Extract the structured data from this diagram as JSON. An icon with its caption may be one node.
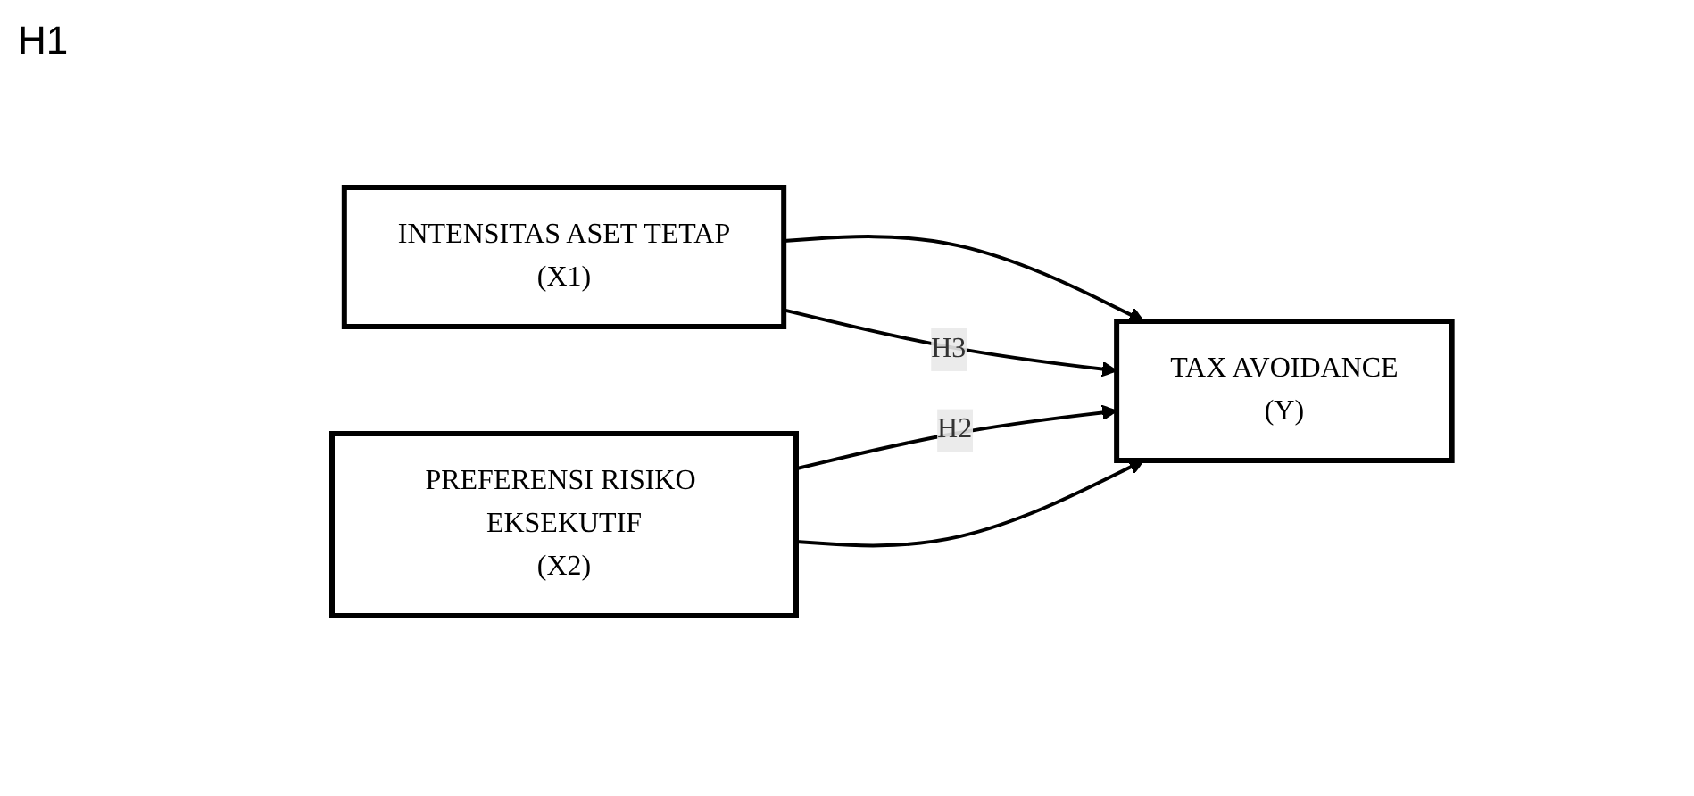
{
  "diagram": {
    "nodes": [
      {
        "text": [
          "INTENSITAS ASET TETAP",
          "(X1)"
        ]
      },
      {
        "text": [
          "TAX AVOIDANCE",
          "(Y)"
        ]
      },
      {
        "text": [
          "PREFERENSI RISIKO EKSEKUTIF",
          "(X2)"
        ]
      }
    ],
    "edges": [
      {
        "from": 0,
        "to": 1,
        "arrow": "to"
      },
      {
        "from": 2,
        "to": 1,
        "arrow": "to",
        "label": "H2"
      },
      {
        "from": 0,
        "to": 1,
        "arrow": "to",
        "label": "H3"
      },
      {
        "from": 2,
        "to": 1,
        "arrow": "to"
      }
    ],
    "labels": [
      "H1"
    ]
  }
}
